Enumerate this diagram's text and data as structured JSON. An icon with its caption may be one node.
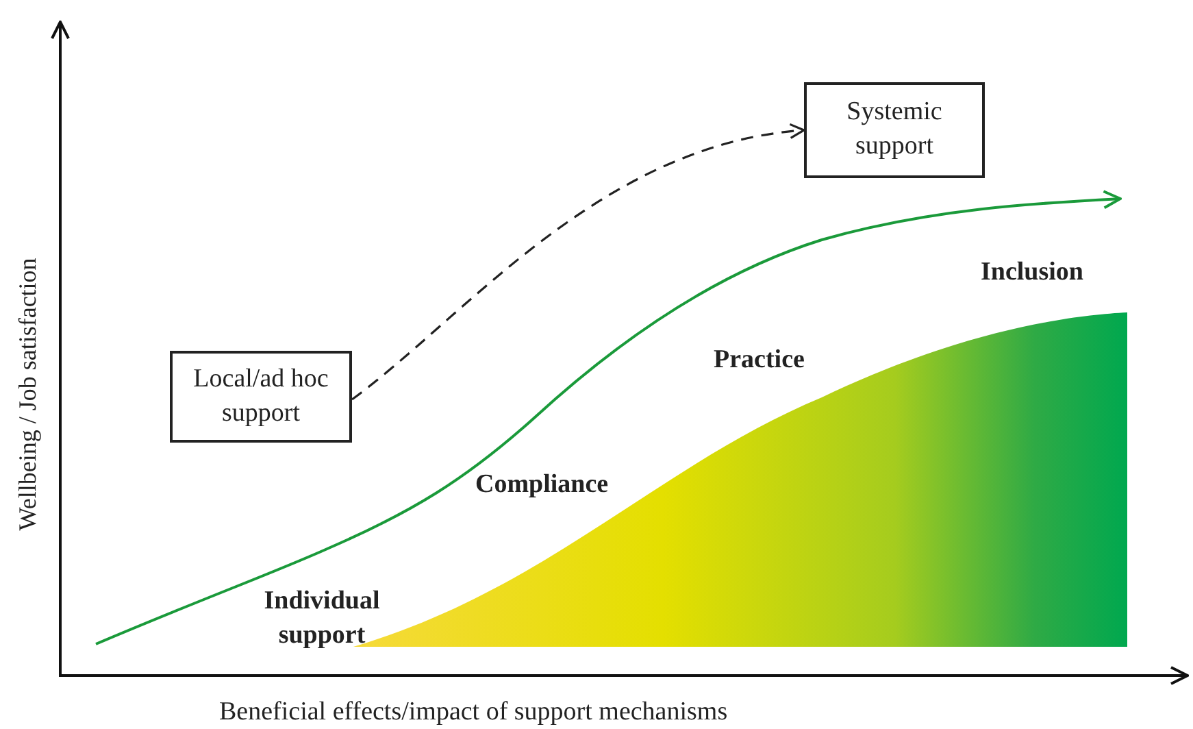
{
  "diagram": {
    "nodes": [
      {
        "text": [
          "Local/ad hoc support"
        ]
      },
      {
        "text": [
          "Systemic support"
        ]
      }
    ],
    "edges": [
      {
        "from": 0,
        "to": 1,
        "arrow": "to",
        "style": "dashed"
      }
    ],
    "labels": [
      "Inclusion",
      "Practice",
      "Wellbeing / Job satisfaction",
      "Compliance",
      "Individual support",
      "Beneficial effects/impact of support mechanisms"
    ]
  }
}
